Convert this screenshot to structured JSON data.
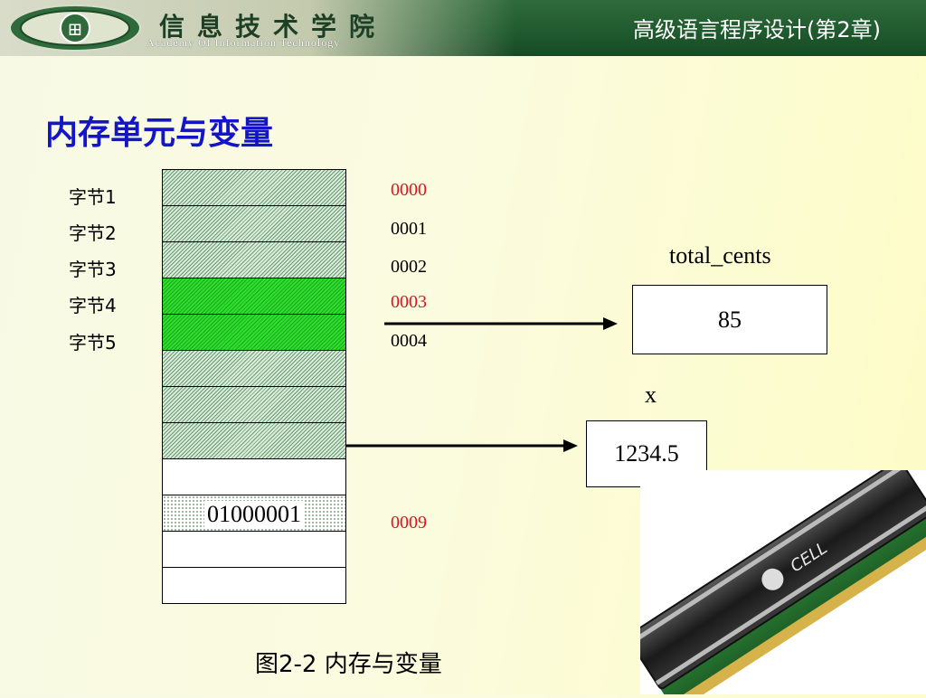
{
  "header": {
    "school_name_cn": "信息技术学院",
    "school_name_en": "Academy Of Information Technology",
    "course_title": "高级语言程序设计(第2章)"
  },
  "slide": {
    "title": "内存单元与变量",
    "caption": "图2-2 内存与变量"
  },
  "memory": {
    "byte_labels": [
      "字节1",
      "字节2",
      "字节3",
      "字节4",
      "字节5"
    ],
    "addresses": [
      {
        "text": "0000",
        "color": "#e0141e"
      },
      {
        "text": "0001",
        "color": "#000000"
      },
      {
        "text": "0002",
        "color": "#000000"
      },
      {
        "text": "0003",
        "color": "#e0141e"
      },
      {
        "text": "0004",
        "color": "#000000"
      },
      {
        "text": "0009",
        "color": "#e0141e"
      }
    ],
    "cell_value": "01000001"
  },
  "variables": [
    {
      "name": "total_cents",
      "value": "85"
    },
    {
      "name": "x",
      "value": "1234.5"
    }
  ],
  "colors": {
    "title": "#1414c8",
    "highlight_cell": "#2ee02e",
    "header_bg": "#1f5a2e"
  }
}
